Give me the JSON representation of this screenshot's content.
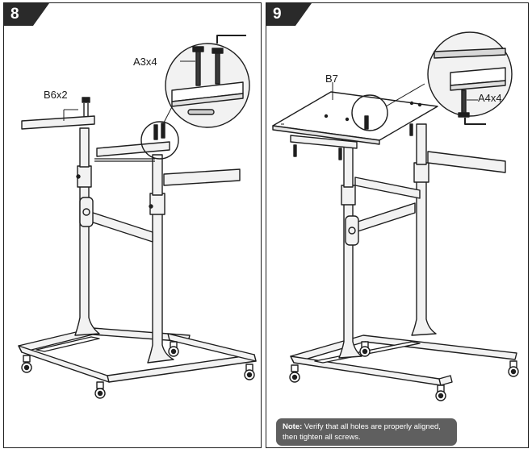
{
  "steps": [
    {
      "number": "8",
      "labels": {
        "top_screws": "A3x4",
        "side_bar": "B6x2"
      }
    },
    {
      "number": "9",
      "labels": {
        "desk_top": "B7",
        "bottom_screws": "A4x4"
      }
    }
  ],
  "note": {
    "prefix": "Note:",
    "text": "Verify that all holes are properly aligned, then tighten all screws."
  },
  "colors": {
    "outline": "#1e1e1e",
    "tab": "#2a2a2a",
    "note_bg": "#5f5f5f",
    "metal": "#f2f2f2"
  }
}
